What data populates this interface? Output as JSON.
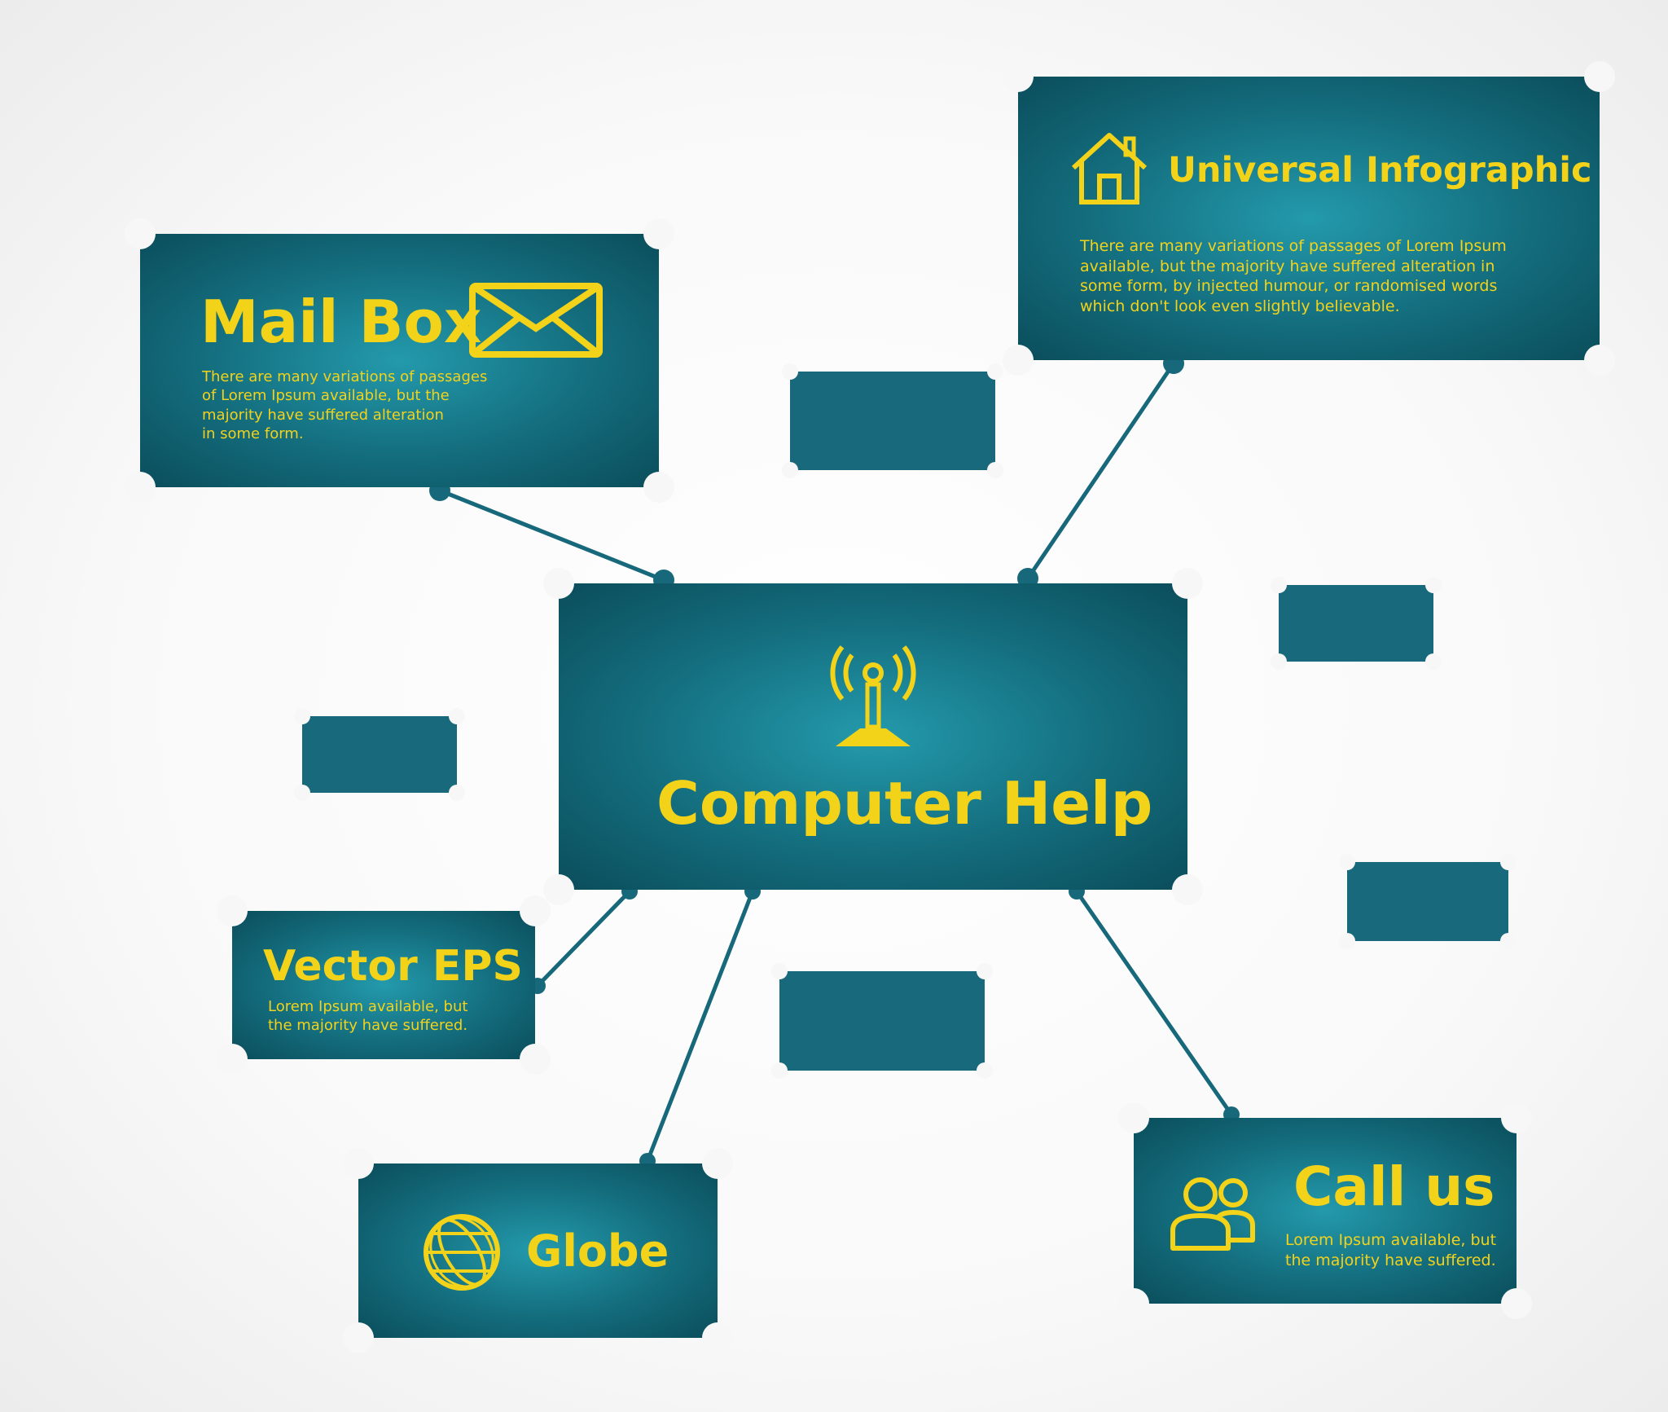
{
  "center": {
    "title": "Computer Help",
    "icon": "antenna-icon"
  },
  "mail_box": {
    "title": "Mail Box",
    "icon": "envelope-icon",
    "description": [
      "There are many variations of passages",
      "of Lorem Ipsum available, but the",
      "majority have suffered alteration",
      "in some form."
    ]
  },
  "universal_infographic": {
    "title": "Universal Infographic",
    "icon": "house-icon",
    "description": [
      "There are many variations of passages of Lorem Ipsum",
      "available, but the majority have suffered alteration in",
      "some form, by injected humour, or randomised words",
      "which don't look even slightly believable."
    ]
  },
  "vector_eps": {
    "title": "Vector EPS",
    "description": [
      "Lorem Ipsum available, but",
      "the majority have suffered."
    ]
  },
  "globe": {
    "title": "Globe",
    "icon": "globe-icon"
  },
  "call_us": {
    "title": "Call us",
    "icon": "users-icon",
    "description": [
      "Lorem Ipsum available, but",
      "the majority have suffered."
    ]
  },
  "colors": {
    "card_dark": "#0b4d5b",
    "card_light": "#239aac",
    "accent_yellow": "#f3d21a",
    "connector": "#16687a"
  }
}
